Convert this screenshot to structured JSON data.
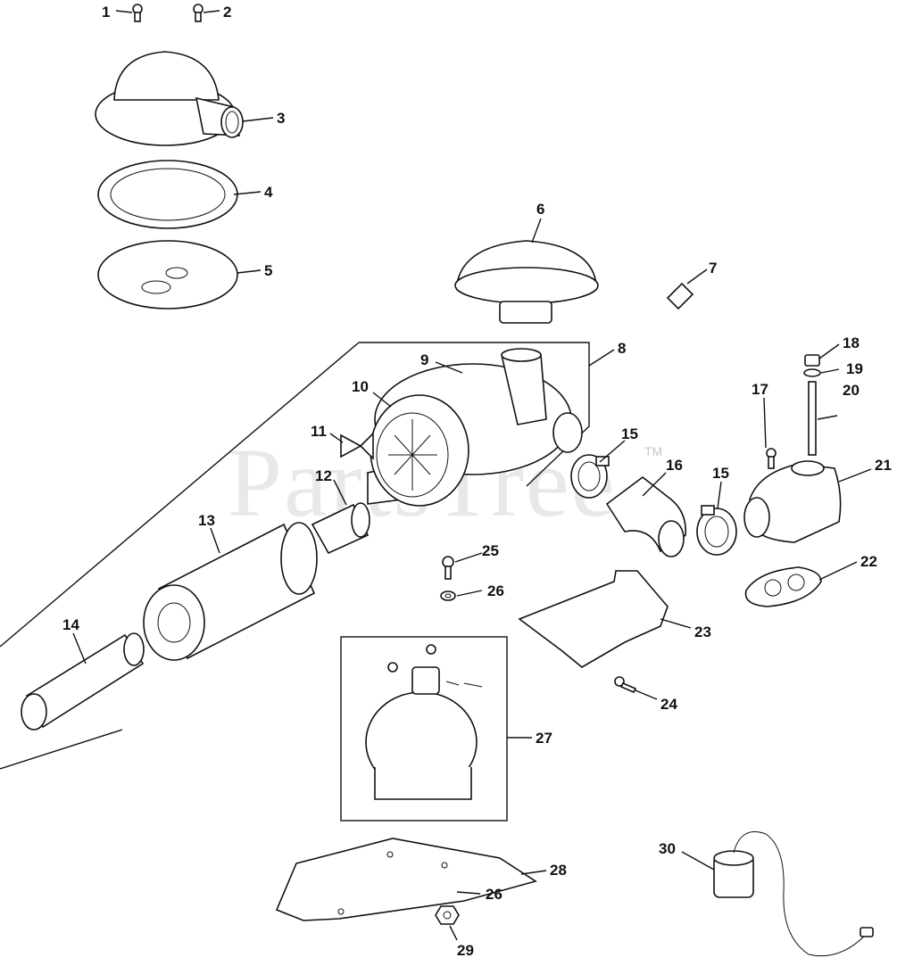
{
  "watermark": {
    "text": "PartsTree",
    "tm": "TM"
  },
  "callouts": {
    "c1": "1",
    "c2": "2",
    "c3": "3",
    "c4": "4",
    "c5": "5",
    "c6": "6",
    "c7": "7",
    "c8": "8",
    "c9": "9",
    "c10": "10",
    "c11": "11",
    "c12": "12",
    "c13": "13",
    "c14": "14",
    "c15a": "15",
    "c15b": "15",
    "c16": "16",
    "c17": "17",
    "c18": "18",
    "c19": "19",
    "c20": "20",
    "c21": "21",
    "c22": "22",
    "c23": "23",
    "c24": "24",
    "c25": "25",
    "c26a": "26",
    "c26b": "26",
    "c27": "27",
    "c28": "28",
    "c29": "29",
    "c30": "30"
  }
}
